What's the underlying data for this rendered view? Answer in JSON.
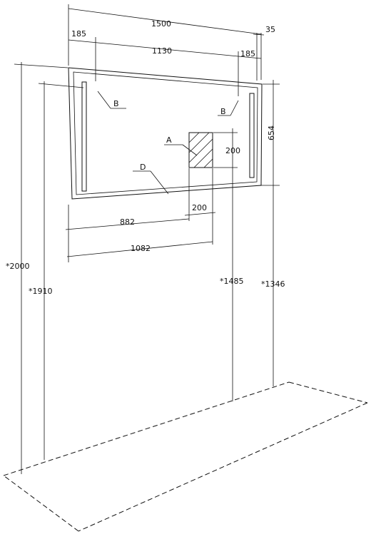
{
  "dimensions": {
    "overall_width": "1500",
    "frame_offset": "35",
    "left_edge_to_led": "185",
    "led_spacing": "1130",
    "right_led_to_edge": "185",
    "mirror_height": "654",
    "socket_height": "200",
    "socket_width": "200",
    "socket_left_edge": "882",
    "socket_right_edge": "1082",
    "floor_to_top": "*2000",
    "floor_to_inner_top": "*1910",
    "floor_to_socket": "*1485",
    "floor_to_bottom": "*1346"
  },
  "callouts": {
    "socket": "A",
    "led_left": "B",
    "led_right": "B",
    "bottom_frame": "D"
  }
}
